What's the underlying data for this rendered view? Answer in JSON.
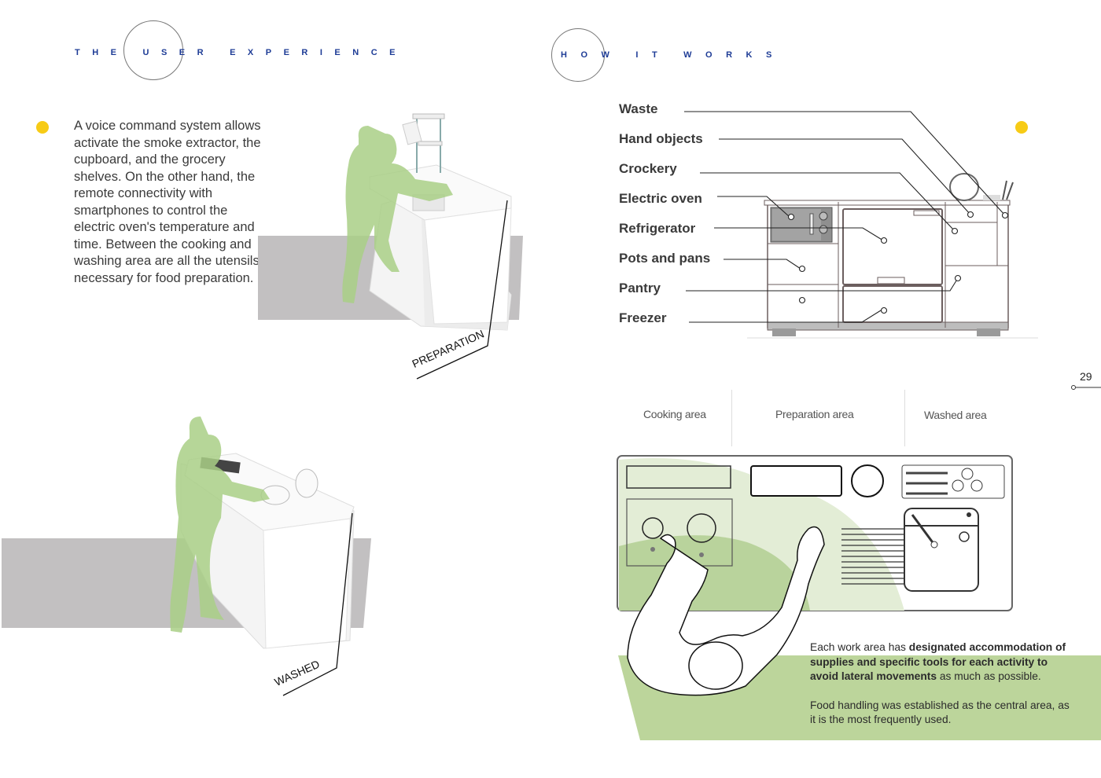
{
  "left_page": {
    "section_title": {
      "words": [
        "THE",
        "USER",
        "EXPERIENCE"
      ],
      "circled_word": "USER"
    },
    "body_text": "A voice command system allows activate the smoke extractor, the cupboard, and the grocery shelves. On the other hand, the remote connectivity with smartphones to control the electric oven's temperature and time. Between the cooking and washing area are all the utensils necessary for food preparation.",
    "illustrations": [
      {
        "caption": "PREPARATION",
        "description": "person-preparing-food-at-kitchen-module"
      },
      {
        "caption": "WASHED",
        "description": "person-washing-dishes-at-kitchen-module"
      }
    ]
  },
  "right_page": {
    "section_title": {
      "words": [
        "HOW",
        "IT",
        "WORKS"
      ],
      "circled_word": "HOW"
    },
    "component_labels": [
      "Waste",
      "Hand objects",
      "Crockery",
      "Electric oven",
      "Refrigerator",
      "Pots and pans",
      "Pantry",
      "Freezer"
    ],
    "page_number": "29",
    "areas": [
      "Cooking area",
      "Preparation area",
      "Washed area"
    ],
    "caption": {
      "p1_prefix": "Each work area has ",
      "p1_bold": "designated accommodation of supplies and specific tools for each activity to avoid lateral movements",
      "p1_suffix": " as much as possible.",
      "p2": "Food handling was established as the central area, as it is the most frequently used."
    }
  },
  "colors": {
    "title_blue": "#1e3c96",
    "accent_yellow": "#f7cb16",
    "green": "#bcd59b",
    "silhouette_green": "#a9cf86",
    "floor_gray": "#c2c0c1"
  }
}
